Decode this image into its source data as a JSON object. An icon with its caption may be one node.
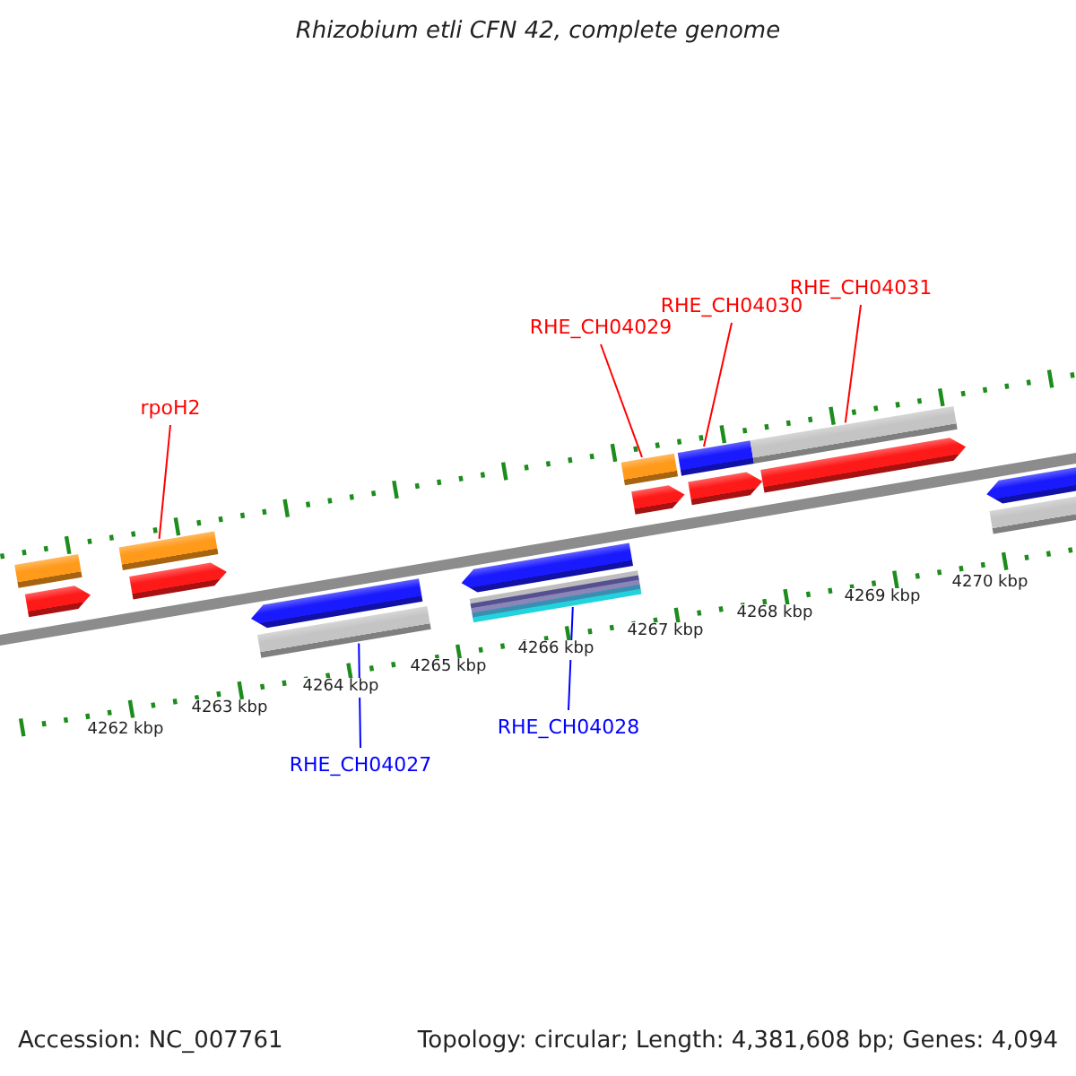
{
  "diagram": {
    "title": "Rhizobium etli CFN 42, complete genome",
    "nodes": [
      {
        "text": [
          "rpoH2"
        ]
      },
      {
        "text": [
          "RHE_CH04029"
        ]
      },
      {
        "text": [
          "RHE_CH04030"
        ]
      },
      {
        "text": [
          "RHE_CH04031"
        ]
      },
      {
        "text": [
          "RHE_CH04027"
        ]
      },
      {
        "text": [
          "RHE_CH04028"
        ]
      },
      {
        "text": [],
        "shape": "bar"
      },
      {
        "text": [],
        "shape": "arrow"
      },
      {
        "text": [],
        "shape": "bar"
      },
      {
        "text": [],
        "shape": "arrow"
      },
      {
        "text": [],
        "shape": "arrow"
      },
      {
        "text": [],
        "shape": "bar"
      },
      {
        "text": [],
        "shape": "arrow"
      },
      {
        "text": [],
        "shape": "bar"
      },
      {
        "text": [],
        "shape": "bar"
      },
      {
        "text": [],
        "shape": "arrow"
      },
      {
        "text": [],
        "shape": "bar"
      },
      {
        "text": [],
        "shape": "arrow"
      },
      {
        "text": [],
        "shape": "bar"
      },
      {
        "text": [],
        "shape": "arrow"
      },
      {
        "text": [],
        "shape": "arrow"
      },
      {
        "text": [],
        "shape": "bar"
      }
    ],
    "edges": [
      {
        "from": 0,
        "to": 8,
        "arrow": "none"
      },
      {
        "from": 1,
        "to": 14,
        "arrow": "none"
      },
      {
        "from": 2,
        "to": 16,
        "arrow": "none"
      },
      {
        "from": 3,
        "to": 18,
        "arrow": "none"
      },
      {
        "from": 4,
        "to": 11,
        "arrow": "none",
        "color": "#0000ff"
      },
      {
        "from": 5,
        "to": 13,
        "arrow": "none",
        "color": "#0000ff"
      }
    ],
    "labels": [
      "4262 kbp",
      "4263 kbp",
      "4264 kbp",
      "4265 kbp",
      "4266 kbp",
      "4267 kbp",
      "4268 kbp",
      "4269 kbp",
      "4270 kbp",
      "Accession: NC_007761",
      "Topology: circular; Length: 4,381,608 bp; Genes: 4,094"
    ]
  }
}
